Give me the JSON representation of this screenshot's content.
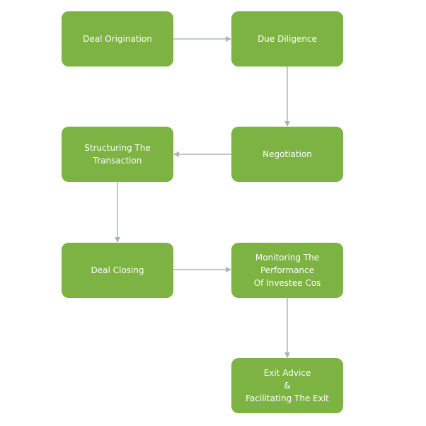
{
  "colors": {
    "box_fill": "#7cb342",
    "arrow": "#a9b4bc",
    "text": "#ffffff"
  },
  "steps": [
    {
      "id": "b1",
      "label": "Deal Origination"
    },
    {
      "id": "b2",
      "label": "Due Diligence"
    },
    {
      "id": "b3",
      "label": "Negotiation"
    },
    {
      "id": "b4",
      "label": "Structuring The\nTransaction"
    },
    {
      "id": "b5",
      "label": "Deal Closing"
    },
    {
      "id": "b6",
      "label": "Monitoring The\nPerformance\nOf Investee Cos"
    },
    {
      "id": "b7",
      "label": "Exit Advice\n&\nFacilitating The Exit"
    }
  ]
}
